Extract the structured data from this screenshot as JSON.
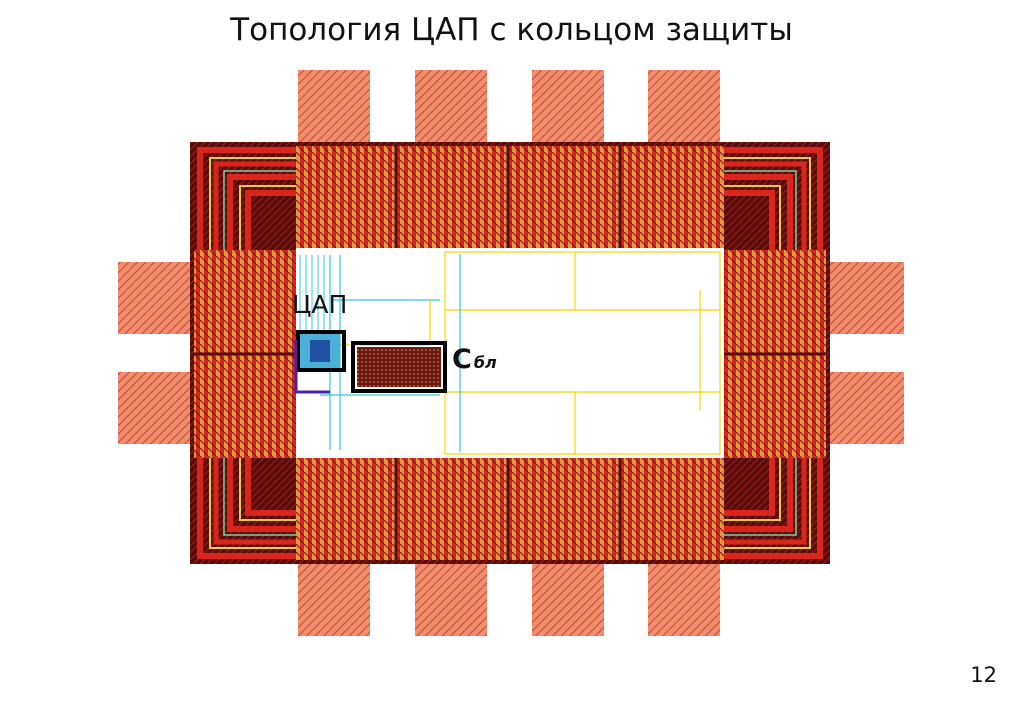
{
  "slide": {
    "title": "Топология ЦАП с кольцом защиты",
    "page_number": "12"
  },
  "annotations": {
    "dac_label": "ЦАП",
    "cap_label": "С",
    "cap_subscript": "бл"
  },
  "colors": {
    "pad": "#e87a5a",
    "ring_dark": "#7a1010",
    "ring_red": "#d8261c",
    "metal_yellow": "#e8c84a",
    "core_bg": "#ffffff",
    "wire_cyan": "#33c8e0",
    "wire_yellow": "#f2d800",
    "highlight": "#000000"
  }
}
